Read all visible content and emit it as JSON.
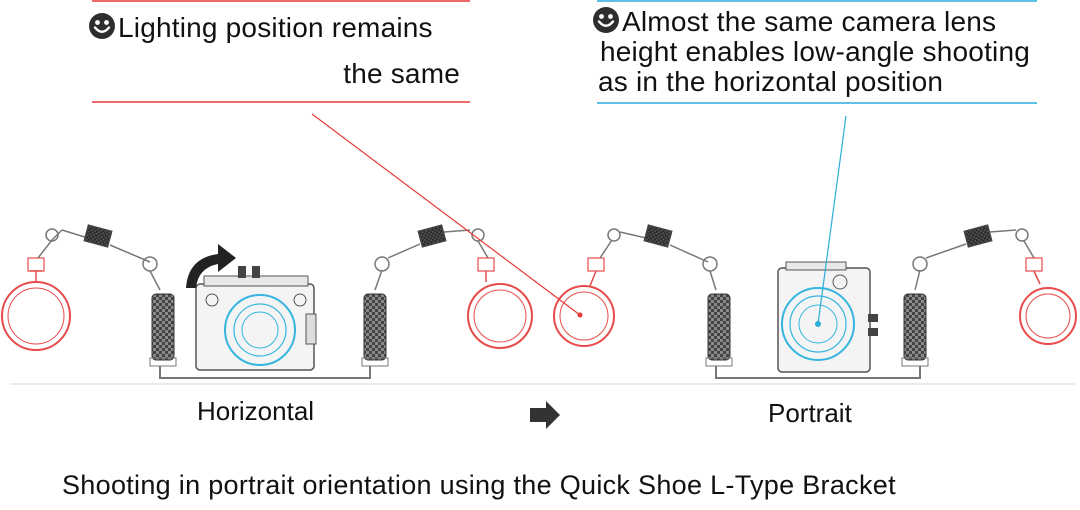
{
  "callouts": {
    "left": {
      "line1": "Lighting position remains",
      "line2": "the same",
      "icon": "smiley-face-icon",
      "color": "#e83838"
    },
    "right": {
      "line1": "Almost the same camera lens",
      "line2": "height enables low-angle shooting",
      "line3": "as in the horizontal position",
      "icon": "smiley-face-icon",
      "color": "#2aaed8"
    }
  },
  "labels": {
    "horizontal": "Horizontal",
    "portrait": "Portrait"
  },
  "arrow_icon": "right-arrow-icon",
  "rotate_icon": "curved-rotate-arrow-icon",
  "title": "Shooting in portrait orientation using the Quick Shoe L-Type Bracket",
  "colors": {
    "strobe": "#e84a4a",
    "lens": "#35b5e0",
    "equipment": "#7a7a7a"
  }
}
